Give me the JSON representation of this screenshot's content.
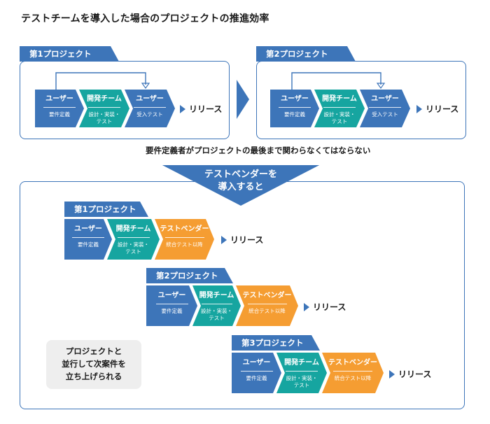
{
  "title": "テストチームを導入した場合のプロジェクトの推進効率",
  "before": {
    "projects": [
      {
        "label": "第1プロジェクト",
        "stages": [
          {
            "head": "ユーザー",
            "sub": "要件定義"
          },
          {
            "head": "開発チーム",
            "sub": "設計・実装・\nテスト"
          },
          {
            "head": "ユーザー",
            "sub": "受入テスト"
          }
        ],
        "release": "リリース"
      },
      {
        "label": "第2プロジェクト",
        "stages": [
          {
            "head": "ユーザー",
            "sub": "要件定義"
          },
          {
            "head": "開発チーム",
            "sub": "設計・実装・\nテスト"
          },
          {
            "head": "ユーザー",
            "sub": "受入テスト"
          }
        ],
        "release": "リリース"
      }
    ],
    "note": "要件定義者がプロジェクトの最後まで関わらなくてはならない"
  },
  "banner": "テストベンダーを\n導入すると",
  "after": {
    "projects": [
      {
        "label": "第1プロジェクト",
        "stages": [
          {
            "head": "ユーザー",
            "sub": "要件定義"
          },
          {
            "head": "開発チーム",
            "sub": "設計・実装・\nテスト"
          },
          {
            "head": "テストベンダー",
            "sub": "統合テスト以降"
          }
        ],
        "release": "リリース"
      },
      {
        "label": "第2プロジェクト",
        "stages": [
          {
            "head": "ユーザー",
            "sub": "要件定義"
          },
          {
            "head": "開発チーム",
            "sub": "設計・実装・\nテスト"
          },
          {
            "head": "テストベンダー",
            "sub": "統合テスト以降"
          }
        ],
        "release": "リリース"
      },
      {
        "label": "第3プロジェクト",
        "stages": [
          {
            "head": "ユーザー",
            "sub": "要件定義"
          },
          {
            "head": "開発チーム",
            "sub": "設計・実装・\nテスト"
          },
          {
            "head": "テストベンダー",
            "sub": "統合テスト以降"
          }
        ],
        "release": "リリース"
      }
    ],
    "bubble": "プロジェクトと\n並行して次案件を\n立ち上げられる"
  },
  "colors": {
    "blue": "#3d75b9",
    "teal": "#16a5a0",
    "orange": "#f59d32"
  }
}
